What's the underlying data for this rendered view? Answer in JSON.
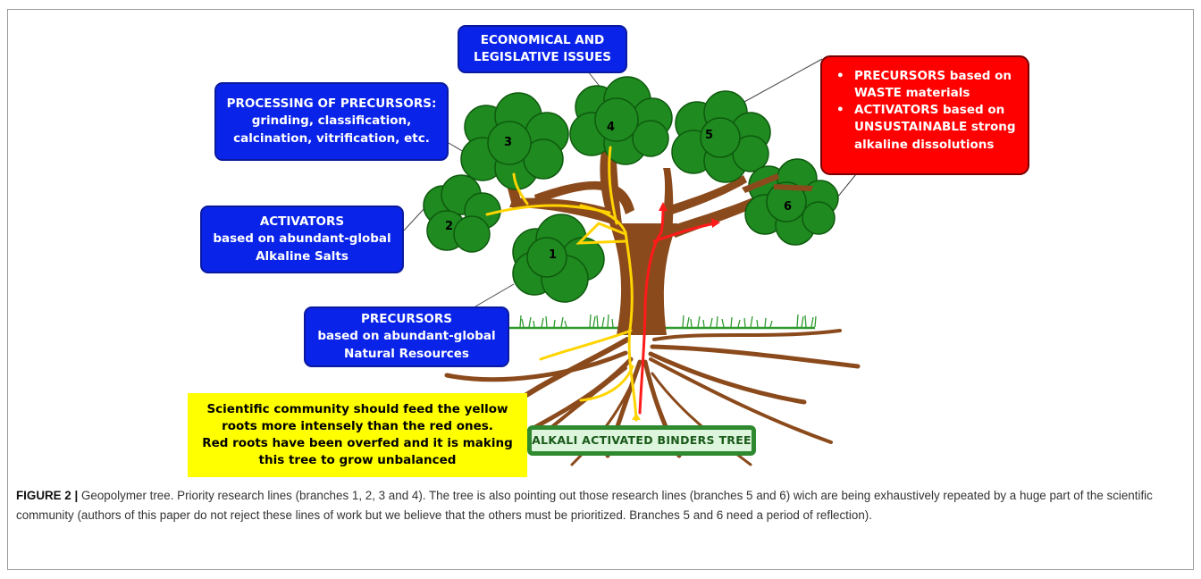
{
  "boxes": {
    "economical": [
      "ECONOMICAL AND",
      "LEGISLATIVE ISSUES"
    ],
    "processing": [
      "PROCESSING OF PRECURSORS:",
      "grinding, classification,",
      "calcination, vitrification, etc."
    ],
    "activators": [
      "ACTIVATORS",
      "based on abundant-global",
      "Alkaline Salts"
    ],
    "precursors": [
      "PRECURSORS",
      "based on abundant-global",
      "Natural Resources"
    ],
    "red_items": [
      "PRECURSORS based on WASTE materials",
      "ACTIVATORS based on UNSUSTAINABLE  strong alkaline dissolutions"
    ],
    "yellow": [
      "Scientific community should feed the yellow",
      "roots more intensely than the red ones.",
      "Red roots have been overfed and it is making",
      "this tree to grow unbalanced"
    ],
    "tree_title": "ALKALI ACTIVATED BINDERS TREE"
  },
  "branch_numbers": [
    "1",
    "2",
    "3",
    "4",
    "5",
    "6"
  ],
  "colors": {
    "blue": "#0a23e8",
    "red": "#ff0000",
    "yellow": "#ffff00",
    "trunk": "#8b4a1c",
    "foliage": "#1f8a1f",
    "grass": "#2e9a2e",
    "green_box_bg": "#dcf5dc"
  },
  "caption": {
    "label": "FIGURE 2 |",
    "text": "Geopolymer tree. Priority research lines (branches 1, 2, 3 and 4). The tree is also pointing out those research lines (branches 5 and 6) wich are being exhaustively repeated by a huge part of the scientific community (authors of this paper do not reject these lines of work but we believe that the others must be prioritized. Branches 5 and 6 need a period of reflection)."
  }
}
